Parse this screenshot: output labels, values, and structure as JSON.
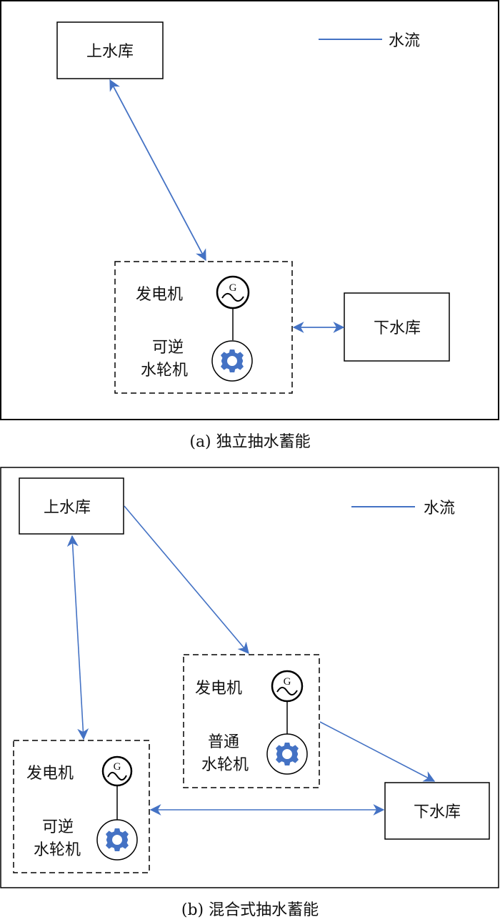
{
  "colors": {
    "flow": "#4472C4",
    "stroke": "#000000",
    "gear": "#4472C4"
  },
  "panel_a": {
    "caption": "(a)  独立抽水蓄能",
    "legend": {
      "label": "水流",
      "icon": "water-flow-line"
    },
    "upper_reservoir": "上水库",
    "lower_reservoir": "下水库",
    "unit": {
      "generator_label": "发电机",
      "turbine_label_line1": "可逆",
      "turbine_label_line2": "水轮机",
      "generator_symbol": "G"
    },
    "flows": [
      {
        "from": "上水库",
        "to": "可逆水轮机",
        "direction": "bidirectional"
      },
      {
        "from": "可逆水轮机",
        "to": "下水库",
        "direction": "bidirectional"
      }
    ]
  },
  "panel_b": {
    "caption": "(b)  混合式抽水蓄能",
    "legend": {
      "label": "水流",
      "icon": "water-flow-line"
    },
    "upper_reservoir": "上水库",
    "lower_reservoir": "下水库",
    "conventional_unit": {
      "generator_label": "发电机",
      "turbine_label_line1": "普通",
      "turbine_label_line2": "水轮机",
      "generator_symbol": "G"
    },
    "reversible_unit": {
      "generator_label": "发电机",
      "turbine_label_line1": "可逆",
      "turbine_label_line2": "水轮机",
      "generator_symbol": "G"
    },
    "flows": [
      {
        "from": "上水库",
        "to": "普通水轮机",
        "direction": "one-way"
      },
      {
        "from": "普通水轮机",
        "to": "下水库",
        "direction": "one-way"
      },
      {
        "from": "上水库",
        "to": "可逆水轮机",
        "direction": "bidirectional"
      },
      {
        "from": "可逆水轮机",
        "to": "下水库",
        "direction": "bidirectional"
      }
    ]
  }
}
